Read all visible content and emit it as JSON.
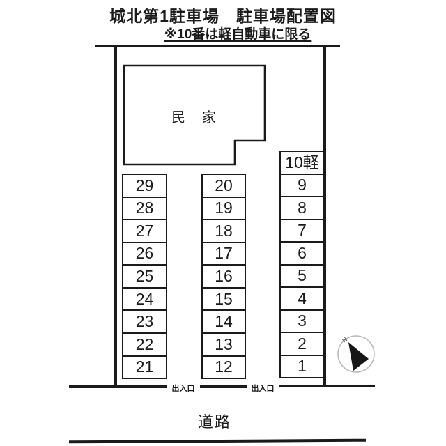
{
  "page": {
    "title": "城北第1駐車場　駐車場配置図",
    "note": "※10番は軽自動車に限る"
  },
  "building": {
    "label": "民　家"
  },
  "parking": {
    "columns": [
      {
        "name": "left-column",
        "cells": [
          "29",
          "28",
          "27",
          "26",
          "25",
          "24",
          "23",
          "22",
          "21"
        ]
      },
      {
        "name": "middle-column",
        "cells": [
          "20",
          "19",
          "18",
          "17",
          "16",
          "15",
          "14",
          "13",
          "12"
        ]
      },
      {
        "name": "right-column",
        "cells": [
          "10軽",
          "9",
          "8",
          "7",
          "6",
          "5",
          "4",
          "3",
          "2",
          "1"
        ]
      }
    ],
    "light_car_note_space": "10軽"
  },
  "labels": {
    "entrance_left": "出入口",
    "entrance_right": "出入口",
    "road": "道路",
    "compass_north": "N"
  },
  "colors": {
    "line": "#1a1a1a",
    "background": "#ffffff",
    "compass_ring": "#b9b9b9"
  }
}
